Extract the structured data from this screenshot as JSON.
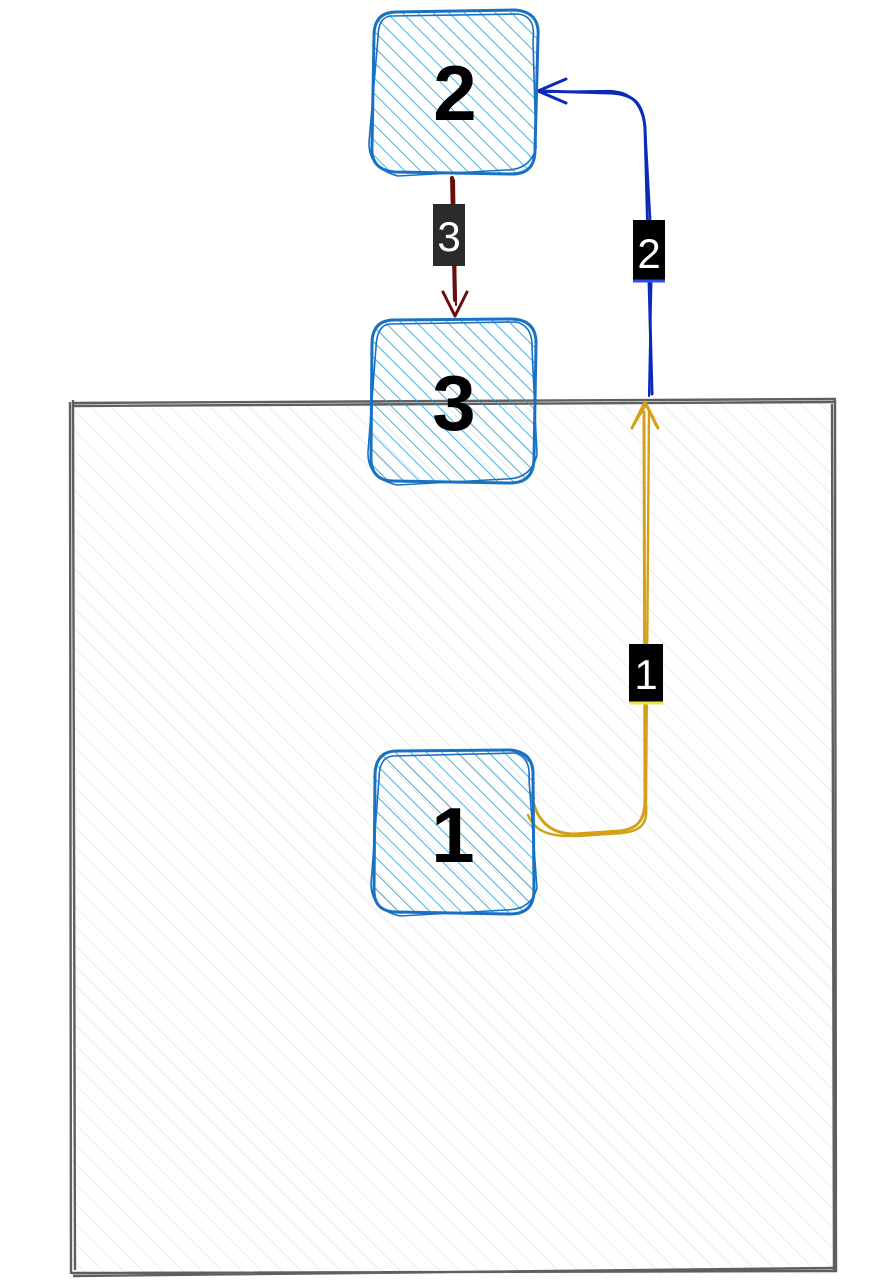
{
  "colors": {
    "node_stroke": "#1971c2",
    "node_hatch": "#1c9dd9",
    "container_stroke": "#5f5f5f",
    "container_hatch": "#e6e6e6",
    "edge_1": "#d4a017",
    "edge_2": "#0c2ab8",
    "edge_3": "#6b0d0d",
    "label_bg_1": "#000000",
    "label_bg_2": "#000000",
    "label_bg_3": "#2b2b2b",
    "label_text": "#ffffff"
  },
  "nodes": [
    {
      "id": "node-2",
      "label": "2"
    },
    {
      "id": "node-3",
      "label": "3"
    },
    {
      "id": "node-1",
      "label": "1"
    }
  ],
  "edges": [
    {
      "id": "edge-1",
      "from": "1",
      "to": "container",
      "label": "1"
    },
    {
      "id": "edge-2",
      "from": "container",
      "to": "2",
      "label": "2"
    },
    {
      "id": "edge-3",
      "from": "2",
      "to": "3",
      "label": "3"
    }
  ]
}
